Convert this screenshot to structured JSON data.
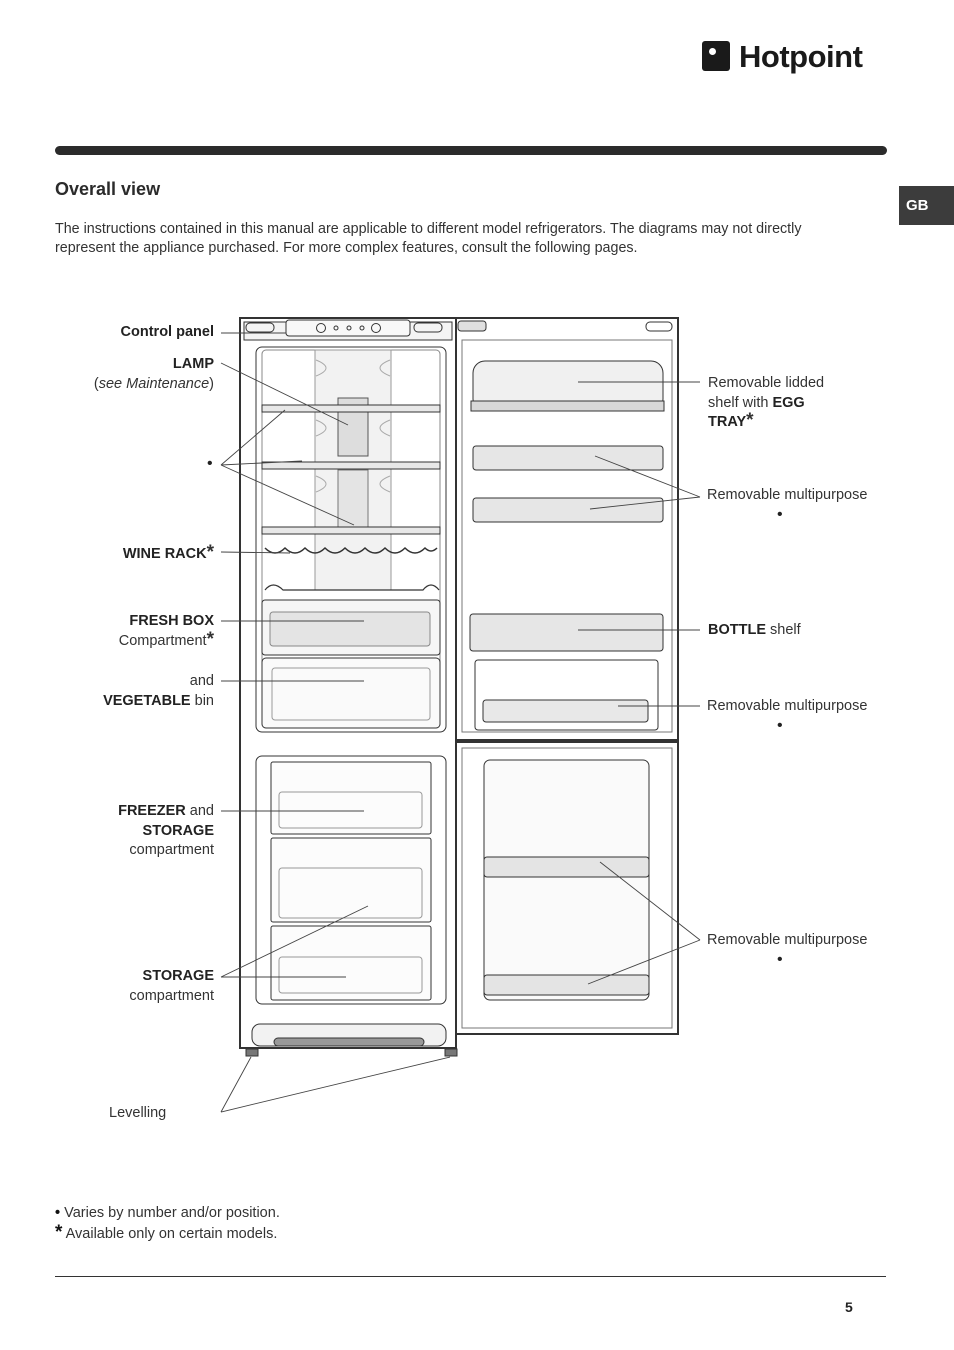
{
  "brand": {
    "name": "Hotpoint"
  },
  "lang_tab": "GB",
  "section_title": "Overall view",
  "intro": "The instructions contained in this manual are applicable to different model refrigerators. The diagrams may not directly represent the appliance purchased. For more complex features, consult the following pages.",
  "labels": {
    "control_panel": "Control panel",
    "lamp": "LAMP",
    "lamp_note_open": "(",
    "lamp_note": "see Maintenance",
    "lamp_note_close": ")",
    "wine_rack": "WINE RACK",
    "fresh_box": "FRESH BOX",
    "fresh_box_sub": "Compartment",
    "and": "and",
    "vegetable": "VEGETABLE",
    "bin": " bin",
    "freezer": "FREEZER",
    "freezer_and": " and",
    "storage": "STORAGE",
    "compartment": "compartment",
    "storage2": "STORAGE",
    "compartment2": "compartment",
    "levelling": "Levelling",
    "lidded_1": "Removable lidded",
    "lidded_2": "shelf with ",
    "egg": "EGG",
    "tray": "TRAY",
    "multipurpose_1": "Removable multipurpose",
    "bottle": "BOTTLE",
    "bottle_shelf": " shelf",
    "multipurpose_2": "Removable multipurpose",
    "multipurpose_3": "Removable multipurpose",
    "bullet": "•",
    "star": "*"
  },
  "footnotes": {
    "bullet_symbol": "•",
    "bullet_text": " Varies by number and/or position.",
    "star_symbol": "*",
    "star_text": " Available only on certain models."
  },
  "page_number": "5"
}
